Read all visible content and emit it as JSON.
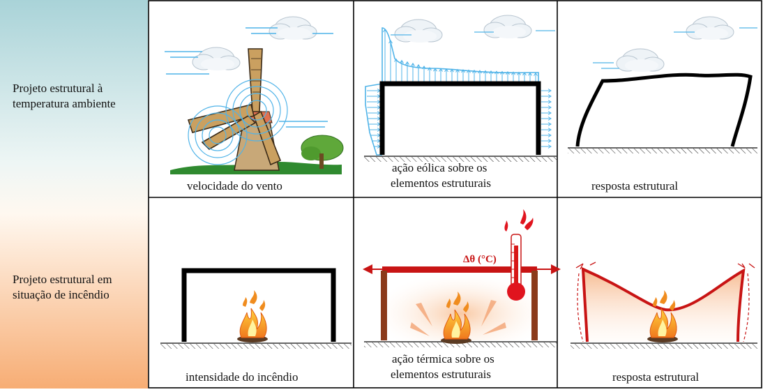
{
  "rows": [
    {
      "label": "Projeto estrutural à\ntemperatura ambiente",
      "cells": [
        {
          "caption": "velocidade do vento"
        },
        {
          "caption": "ação eólica sobre os\nelementos estruturais"
        },
        {
          "caption": "resposta estrutural"
        }
      ]
    },
    {
      "label": "Projeto estrutural em\nsituação de incêndio",
      "cells": [
        {
          "caption": "intensidade do incêndio"
        },
        {
          "caption": "ação térmica sobre os\nelementos estruturais"
        },
        {
          "caption": "resposta estrutural"
        }
      ]
    }
  ],
  "annotations": {
    "thermal_delta": "Δθ (°C)"
  },
  "colors": {
    "top_label_gradient_start": "#b4d8dc",
    "bottom_label_gradient_end": "#f8b47c",
    "wind_blue": "#4fb3e8",
    "frame_red": "#c81414",
    "column_brown": "#8b3a1a",
    "fire_orange": "#f08c1e"
  }
}
